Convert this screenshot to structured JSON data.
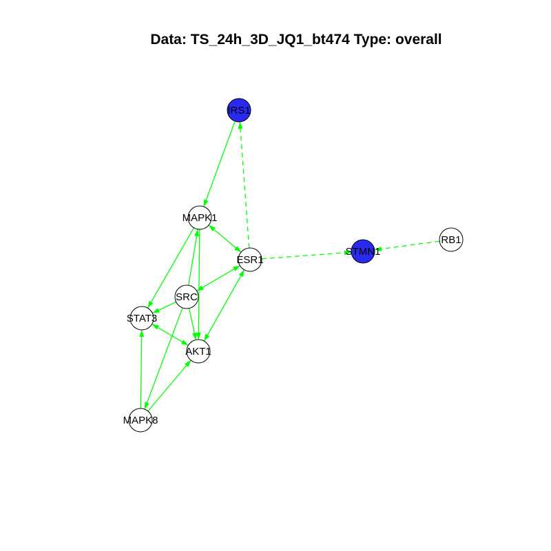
{
  "title": "Data: TS_24h_3D_JQ1_bt474 Type: overall",
  "colors": {
    "edge": "#00ff00",
    "highlight_node": "#2a2af2",
    "default_node": "#ffffff",
    "node_stroke": "#000000"
  },
  "nodes": [
    {
      "id": "IRS1",
      "label": "IRS1",
      "highlighted": true
    },
    {
      "id": "MAPK1",
      "label": "MAPK1",
      "highlighted": false
    },
    {
      "id": "ESR1",
      "label": "ESR1",
      "highlighted": false
    },
    {
      "id": "STMN1",
      "label": "STMN1",
      "highlighted": true
    },
    {
      "id": "RB1",
      "label": "RB1",
      "highlighted": false
    },
    {
      "id": "SRC",
      "label": "SRC",
      "highlighted": false
    },
    {
      "id": "STAT3",
      "label": "STAT3",
      "highlighted": false
    },
    {
      "id": "AKT1",
      "label": "AKT1",
      "highlighted": false
    },
    {
      "id": "MAPK8",
      "label": "MAPK8",
      "highlighted": false
    }
  ],
  "edges": [
    {
      "from": "IRS1",
      "to": "MAPK1",
      "style": "solid",
      "arrow": "forward"
    },
    {
      "from": "ESR1",
      "to": "IRS1",
      "style": "dashed",
      "arrow": "forward"
    },
    {
      "from": "MAPK1",
      "to": "ESR1",
      "style": "solid",
      "arrow": "both"
    },
    {
      "from": "ESR1",
      "to": "STMN1",
      "style": "dashed",
      "arrow": "forward"
    },
    {
      "from": "RB1",
      "to": "STMN1",
      "style": "dashed",
      "arrow": "forward"
    },
    {
      "from": "ESR1",
      "to": "SRC",
      "style": "solid",
      "arrow": "both"
    },
    {
      "from": "ESR1",
      "to": "AKT1",
      "style": "solid",
      "arrow": "both"
    },
    {
      "from": "MAPK1",
      "to": "STAT3",
      "style": "solid",
      "arrow": "forward"
    },
    {
      "from": "MAPK1",
      "to": "AKT1",
      "style": "solid",
      "arrow": "forward"
    },
    {
      "from": "SRC",
      "to": "MAPK1",
      "style": "solid",
      "arrow": "forward"
    },
    {
      "from": "SRC",
      "to": "STAT3",
      "style": "solid",
      "arrow": "forward"
    },
    {
      "from": "SRC",
      "to": "AKT1",
      "style": "solid",
      "arrow": "forward"
    },
    {
      "from": "SRC",
      "to": "MAPK8",
      "style": "solid",
      "arrow": "forward"
    },
    {
      "from": "STAT3",
      "to": "AKT1",
      "style": "solid",
      "arrow": "both"
    },
    {
      "from": "MAPK8",
      "to": "STAT3",
      "style": "solid",
      "arrow": "forward"
    },
    {
      "from": "MAPK8",
      "to": "AKT1",
      "style": "solid",
      "arrow": "forward"
    }
  ]
}
